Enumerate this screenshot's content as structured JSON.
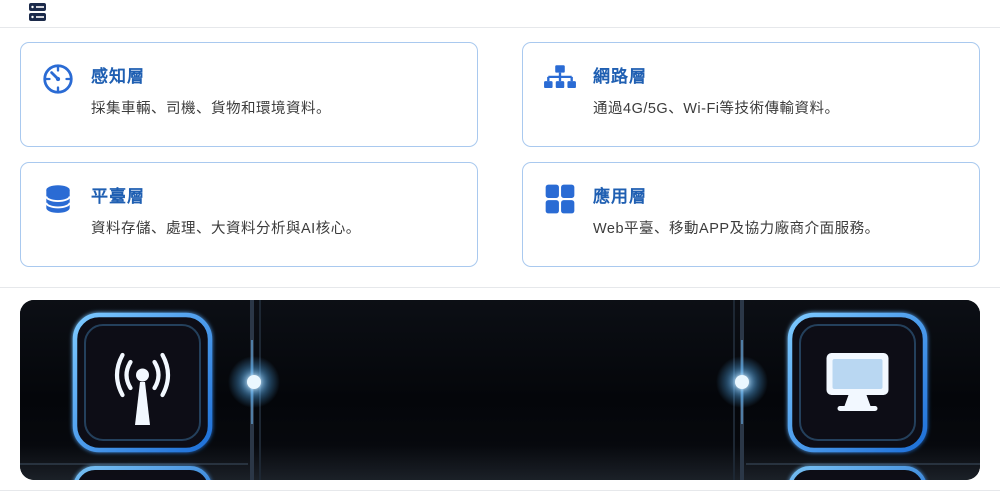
{
  "header": {
    "section_icon": "server-icon"
  },
  "cards": [
    {
      "icon": "radar-dial-icon",
      "title": "感知層",
      "desc": "採集車輛、司機、貨物和環境資料。"
    },
    {
      "icon": "network-sitemap-icon",
      "title": "網路層",
      "desc": "通過4G/5G、Wi-Fi等技術傳輸資料。"
    },
    {
      "icon": "database-icon",
      "title": "平臺層",
      "desc": "資料存儲、處理、大資料分析與AI核心。"
    },
    {
      "icon": "grid-apps-icon",
      "title": "應用層",
      "desc": "Web平臺、移動APP及協力廠商介面服務。"
    }
  ],
  "banner": {
    "description": "architecture-illustration",
    "left_icon": "wifi-antenna-icon",
    "right_icon": "computer-monitor-icon"
  },
  "colors": {
    "accent_blue": "#2a6bd4",
    "title_blue": "#1f5fb2",
    "card_border": "#a9c9ef",
    "divider": "#e6e8eb",
    "desc_text": "#3c3c3c",
    "banner_glow": "#5ab8ff",
    "banner_bg": "#05070c"
  }
}
